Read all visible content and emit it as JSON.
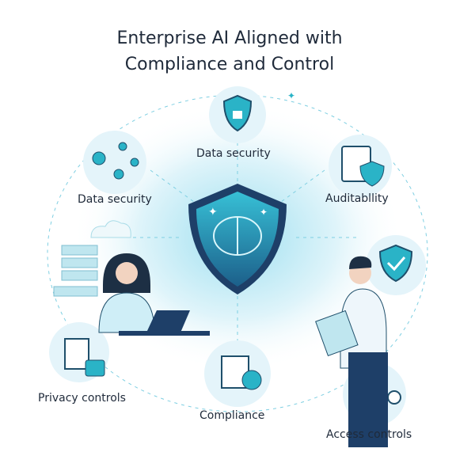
{
  "title": {
    "line1": "Enterprise AI Aligned with",
    "line2": "Compliance and Control"
  },
  "labels": {
    "top": "Data security",
    "left": "Data security",
    "right": "Auditabllity",
    "privacy": "Privacy controls",
    "compliance": "Compliance",
    "access": "Access controls"
  },
  "colors": {
    "accent": "#2ab3c7",
    "dark": "#1f4f6b",
    "glow": "#cfeef7"
  }
}
